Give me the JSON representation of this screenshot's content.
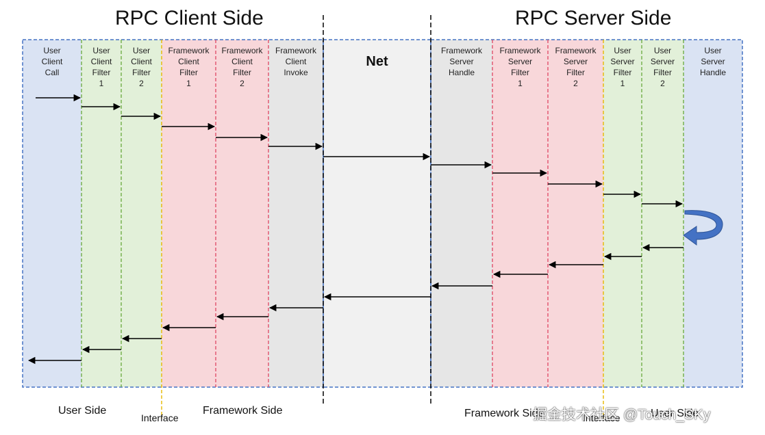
{
  "titles": {
    "client": "RPC Client Side",
    "server": "RPC Server Side"
  },
  "lanes": [
    {
      "label": "User\nClient\nCall",
      "color": "#dae3f3"
    },
    {
      "label": "User\nClient\nFilter\n1",
      "color": "#e2f0d9"
    },
    {
      "label": "User\nClient\nFilter\n2",
      "color": "#e2f0d9"
    },
    {
      "label": "Framework\nClient\nFilter\n1",
      "color": "#f8d7da"
    },
    {
      "label": "Framework\nClient\nFilter\n2",
      "color": "#f8d7da"
    },
    {
      "label": "Framework\nClient\nInvoke",
      "color": "#e6e6e6"
    },
    {
      "label": "Net",
      "color": "#f1f1f1"
    },
    {
      "label": "Framework\nServer\nHandle",
      "color": "#e6e6e6"
    },
    {
      "label": "Framework\nServer\nFilter\n1",
      "color": "#f8d7da"
    },
    {
      "label": "Framework\nServer\nFilter\n2",
      "color": "#f8d7da"
    },
    {
      "label": "User\nServer\nFilter\n1",
      "color": "#e2f0d9"
    },
    {
      "label": "User\nServer\nFilter\n2",
      "color": "#e2f0d9"
    },
    {
      "label": "User\nServer\nHandle",
      "color": "#dae3f3"
    }
  ],
  "bottom_labels": {
    "user_side_left": "User Side",
    "interface_left": "Interface",
    "framework_side_left": "Framework Side",
    "framework_side_right": "Framework Side",
    "interface_right": "Interface",
    "user_side_right": "User Side"
  },
  "watermark": "掘金技术社区 @Touch_SKy",
  "colors": {
    "blue_dash": "#4472c4",
    "green_dash": "#70ad47",
    "red_dash": "#e0506a",
    "yellow_dash": "#e6b800",
    "loop_arrow": "#4472c4"
  }
}
